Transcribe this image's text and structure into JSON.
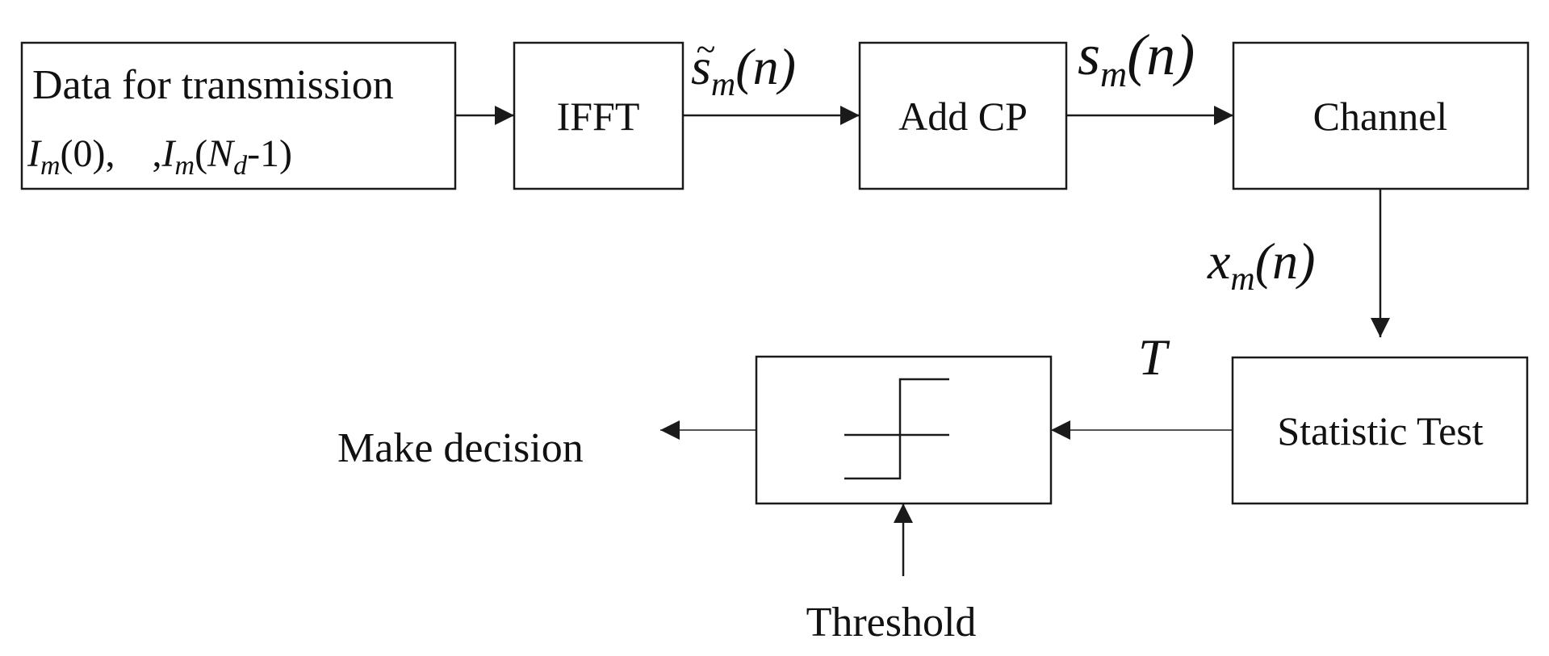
{
  "blocks": {
    "data": {
      "line1": "Data for transmission",
      "line2": {
        "i1": "I",
        "s1": "m",
        "a1": "(0),",
        "sep": ",",
        "i2": "I",
        "s2": "m",
        "a2": "(",
        "i3": "N",
        "s3": "d",
        "a3": "-1)"
      }
    },
    "ifft": "IFFT",
    "add_cp": "Add CP",
    "channel": "Channel",
    "statistic_test": "Statistic Test"
  },
  "signals": {
    "s_tilde": {
      "tilde": "~",
      "base": "s",
      "sub": "m",
      "arg": "(n)"
    },
    "s": {
      "base": "s",
      "sub": "m",
      "arg": "(n)"
    },
    "x": {
      "base": "x",
      "sub": "m",
      "arg": "(n)"
    },
    "t": "T"
  },
  "labels": {
    "make_decision": "Make decision",
    "threshold": "Threshold"
  },
  "colors": {
    "stroke": "#1a1a1a",
    "text": "#111111",
    "background": "#ffffff"
  }
}
